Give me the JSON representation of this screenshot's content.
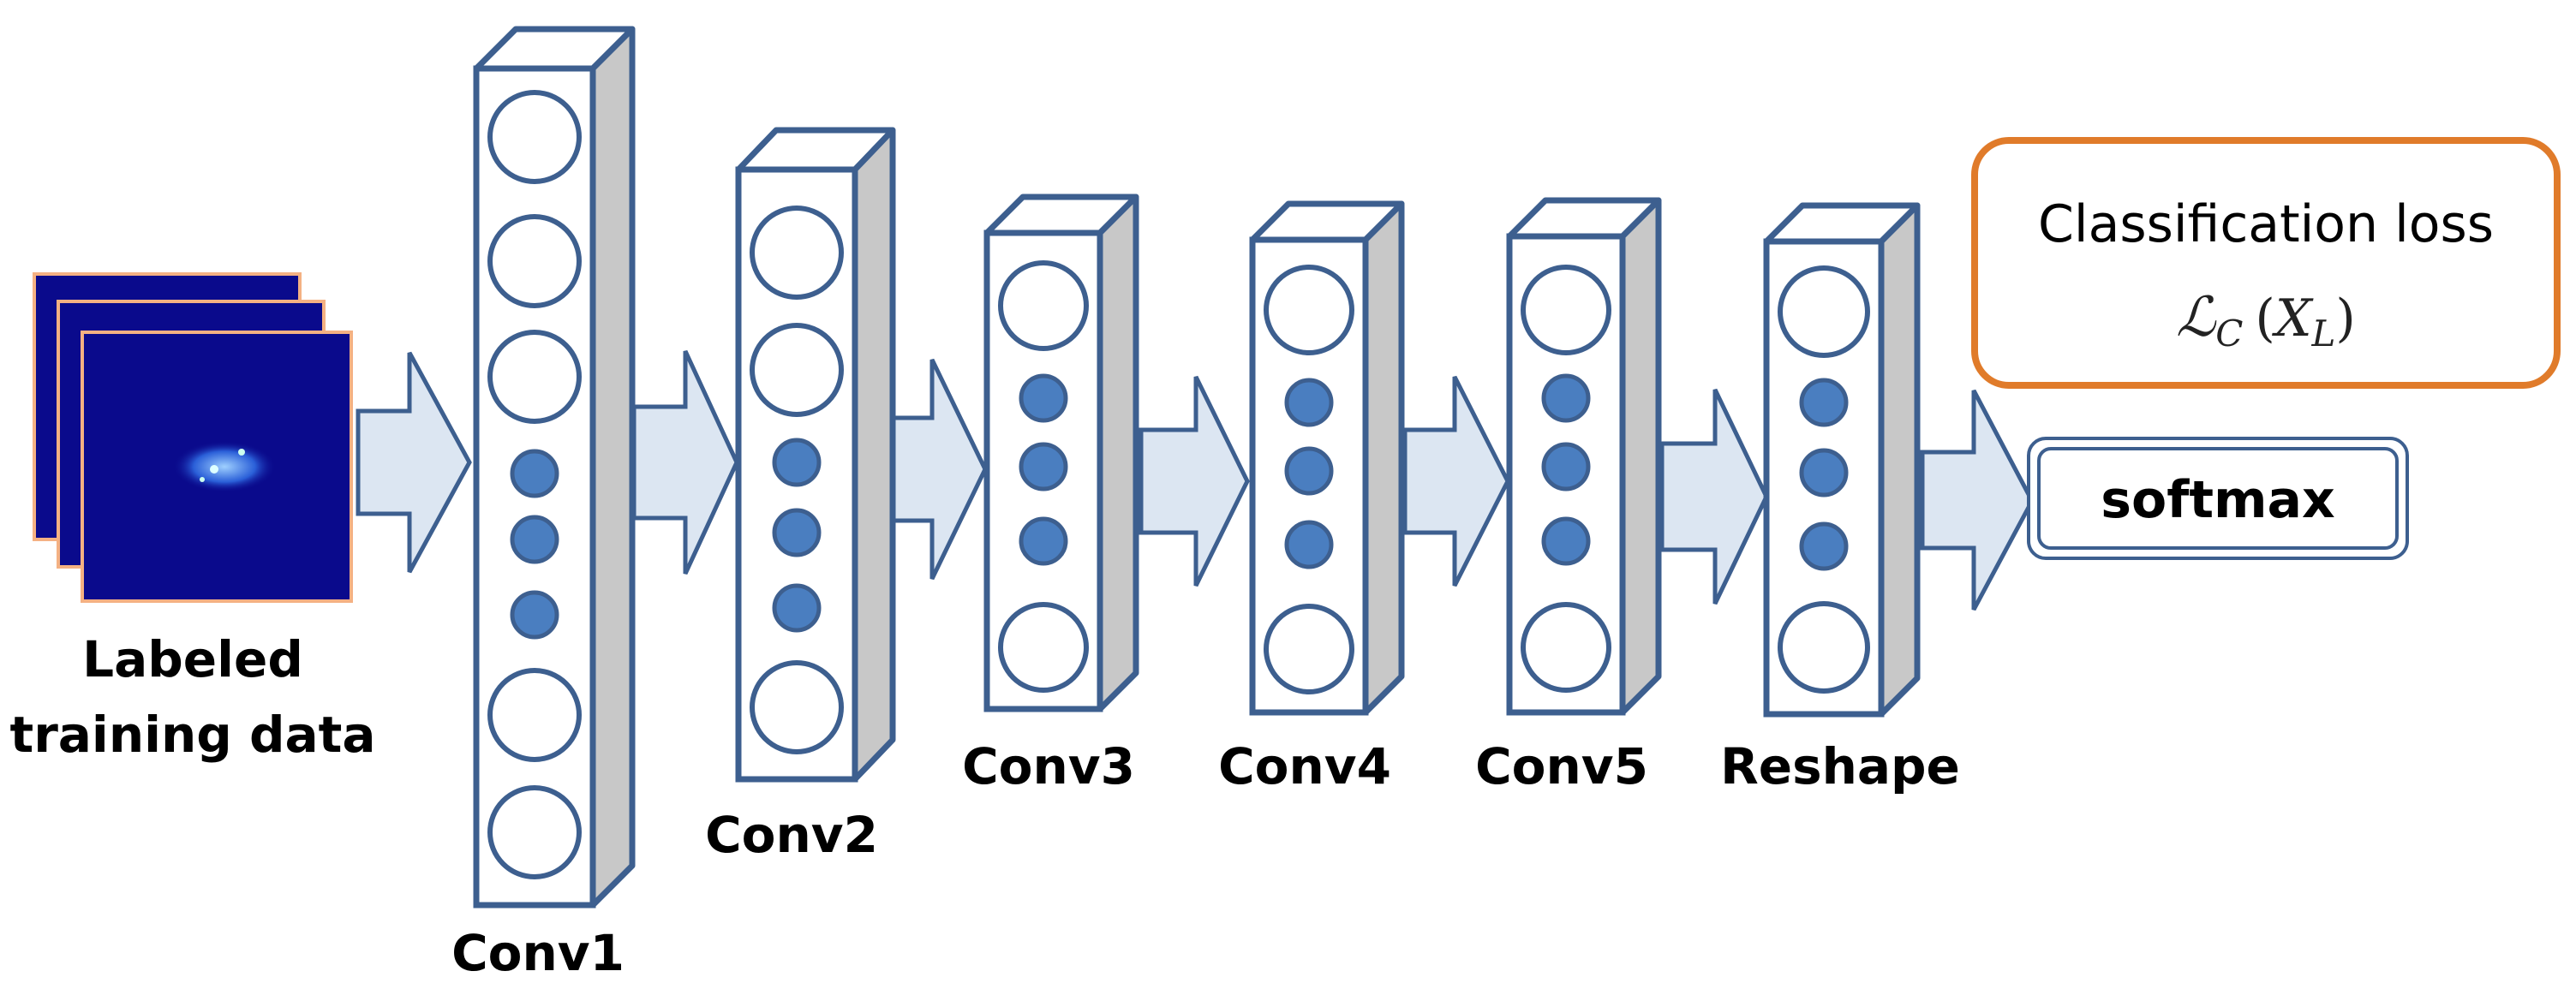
{
  "input": {
    "label_line1": "Labeled",
    "label_line2": "training data"
  },
  "layers": [
    {
      "name": "Conv1"
    },
    {
      "name": "Conv2"
    },
    {
      "name": "Conv3"
    },
    {
      "name": "Conv4"
    },
    {
      "name": "Conv5"
    },
    {
      "name": "Reshape"
    }
  ],
  "output": {
    "label": "softmax"
  },
  "loss_box": {
    "title": "Classification loss",
    "formula": "ℒC (XL)",
    "border_color": "#E07B2A"
  },
  "colors": {
    "layer_stroke": "#3D5F8F",
    "layer_side": "#C8C8C8",
    "node_fill": "#4A7EC0",
    "arrow_fill": "#DCE6F2",
    "image_bg": "#0A0A8C",
    "image_border": "#F4B183"
  }
}
